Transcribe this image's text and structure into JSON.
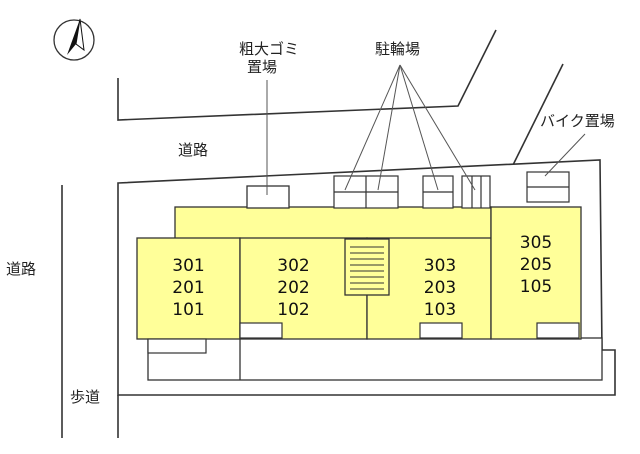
{
  "labels": {
    "road_top": "道路",
    "road_left": "道路",
    "sidewalk": "歩道",
    "bulky_garbage_line1": "粗大ゴミ",
    "bulky_garbage_line2": "置場",
    "bicycle_parking": "駐輪場",
    "motorbike_parking": "バイク置場"
  },
  "units": {
    "unit_a": [
      "301",
      "201",
      "101"
    ],
    "unit_b": [
      "302",
      "202",
      "102"
    ],
    "unit_c": [
      "303",
      "203",
      "103"
    ],
    "unit_d": [
      "305",
      "205",
      "105"
    ]
  },
  "icons": {
    "north": "north-arrow-icon"
  },
  "colors": {
    "unit_fill": "#ffff99",
    "line": "#333333",
    "background": "#ffffff"
  }
}
